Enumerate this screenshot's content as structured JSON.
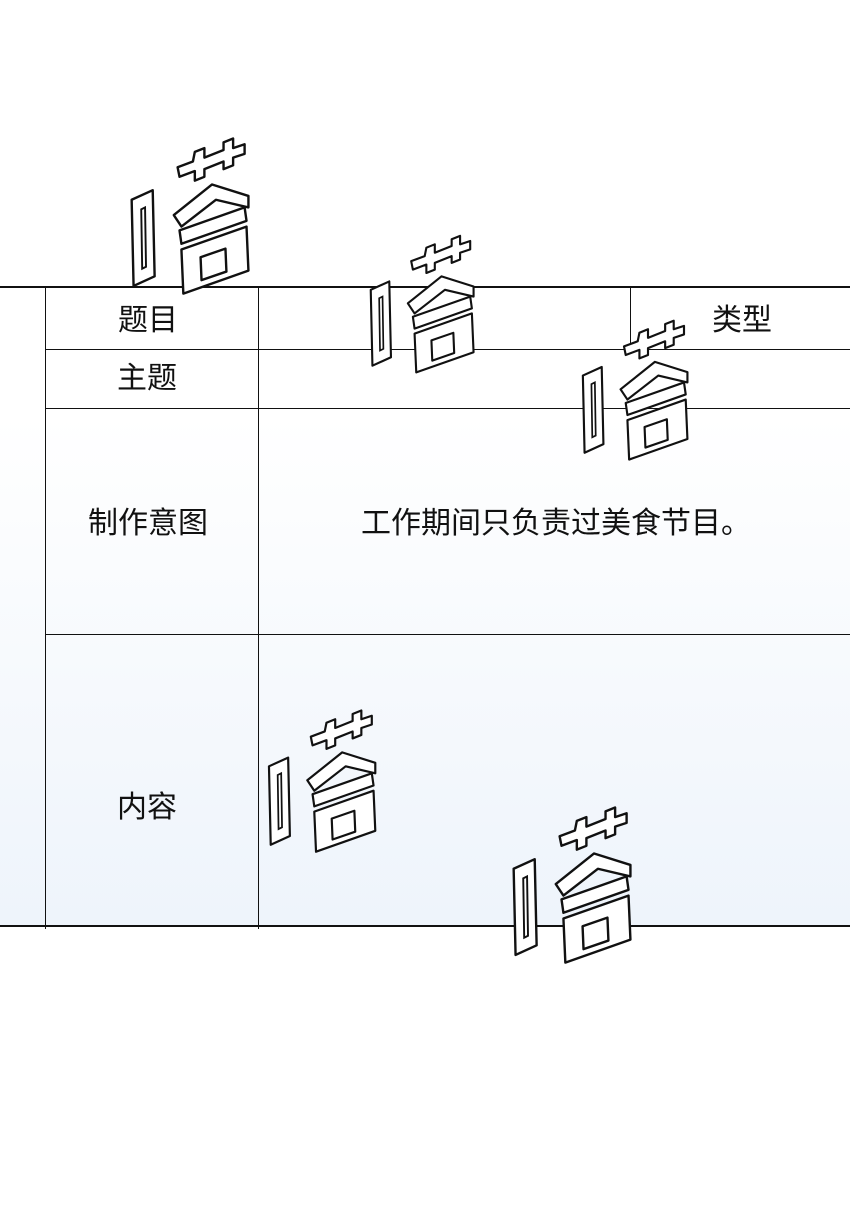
{
  "form": {
    "labels": {
      "title": "题目",
      "type": "类型",
      "theme": "主题",
      "intent": "制作意图",
      "content": "内容"
    },
    "values": {
      "intent": "工作期间只负责过美食节目。"
    }
  },
  "sfx": {
    "text": "嗒",
    "count": 5
  }
}
